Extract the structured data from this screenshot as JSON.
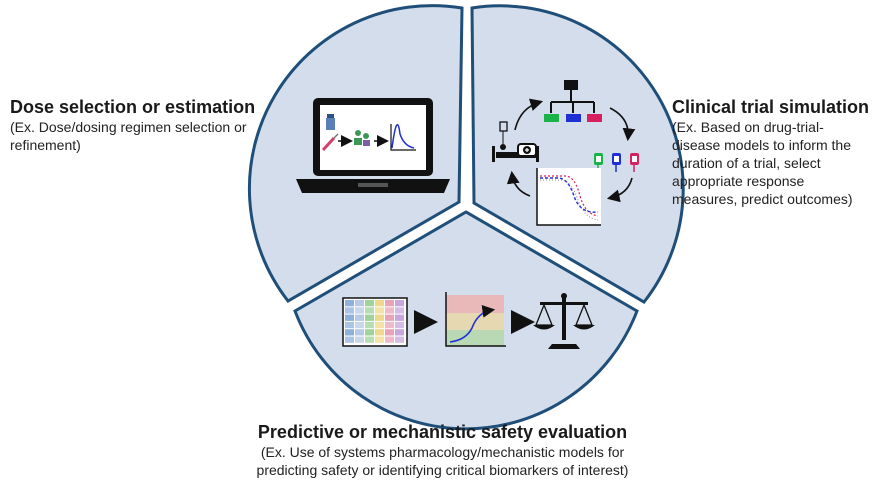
{
  "sections": {
    "dose": {
      "title": "Dose selection or estimation",
      "description": "(Ex. Dose/dosing regimen selection or\nrefinement)"
    },
    "trial": {
      "title": "Clinical trial simulation",
      "description": "(Ex. Based on drug-trial-\ndisease models to inform the\nduration of a trial, select\nappropriate response\nmeasures, predict outcomes)"
    },
    "safety": {
      "title": "Predictive or mechanistic safety evaluation",
      "description": "(Ex. Use of systems pharmacology/mechanistic models for\npredicting safety or identifying critical biomarkers of interest)"
    }
  },
  "colors": {
    "segment_fill": "#d3ddec",
    "segment_stroke": "#1f4e79",
    "icon": "#111111",
    "green": "#19b34a",
    "blue": "#1f2fd6",
    "pink": "#d6205f"
  },
  "icons": [
    "laptop-icon",
    "cycle-icon",
    "hierarchy-icon",
    "hospital-bed-icon",
    "iv-bag-icon",
    "survival-curve-icon",
    "data-grid-icon",
    "dose-response-curve-icon",
    "balance-scale-icon",
    "arrow-icon"
  ]
}
